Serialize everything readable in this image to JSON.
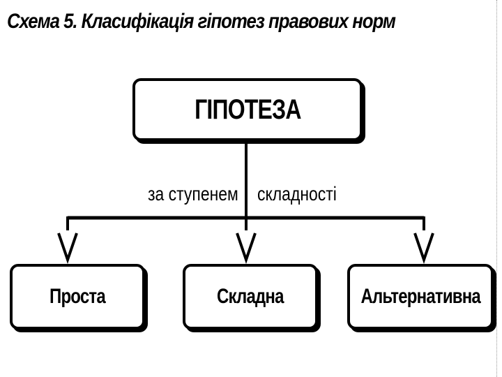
{
  "title": "Схема 5. Класифікація гіпотез правових норм",
  "root": {
    "label": "ГІПОТЕЗА"
  },
  "edge_label": {
    "left": "за ступенем",
    "right": "складності"
  },
  "children": [
    {
      "label": "Проста"
    },
    {
      "label": "Складна"
    },
    {
      "label": "Альтернативна"
    }
  ]
}
